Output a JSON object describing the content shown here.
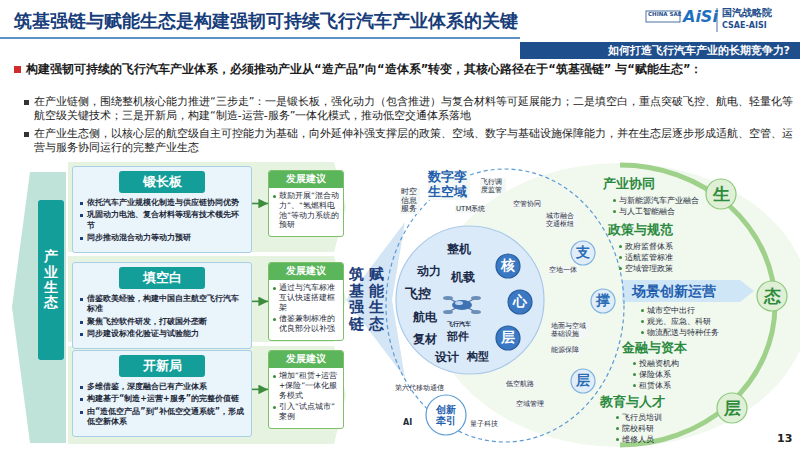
{
  "diagram": {
    "title": "筑基强链与赋能生态是构建强韧可持续飞行汽车产业体系的关键",
    "nodes": [
      {
        "text": [
          "如何打造飞行汽车产业的长期竞争力?"
        ]
      },
      {
        "text": [
          "产业生态"
        ]
      },
      {
        "text": [
          "锻长板",
          "依托汽车产业规模化制造与供应链协同优势",
          "巩固动力电池、复合材料等现有技术领先环节",
          "同步推动混合动力等动力预研"
        ]
      },
      {
        "text": [
          "发展建议",
          "鼓励开展“混合动力”、“氢燃料电池”等动力系统的预研"
        ]
      },
      {
        "text": [
          "填空白",
          "借鉴欧美经验，构建中国自主航空飞行汽车标准",
          "聚焦飞控软件研发，打破国外垄断",
          "同步建设标准化验证与试验能力"
        ]
      },
      {
        "text": [
          "发展建议",
          "通过与汽车标准互认快速搭建框架",
          "借鉴兼制标准的优良部分以补强"
        ]
      },
      {
        "text": [
          "开新局",
          "多维借鉴，深度融合已有产业体系",
          "构建基于“制造+运营+服务”的完整价值链",
          "由“造低空产品”到“补低空交通系统”，形成低空新体系"
        ]
      },
      {
        "text": [
          "发展建议",
          "增加“租赁+运营+保险”一体化服务模式",
          "引入“试点城市”案例"
        ]
      },
      {
        "text": [
          "筑基强链"
        ]
      },
      {
        "text": [
          "赋能生态"
        ]
      },
      {
        "text": [
          "时空信息服务",
          "数字孪生空域",
          "UTM系统",
          "飞行调度监管",
          "空管协同",
          "城市融合交通枢纽",
          "空地一体",
          "地面与空域基础设施",
          "能源保障",
          "低空航路",
          "空域管理"
        ]
      },
      {
        "text": [
          "整机",
          "动力",
          "机载",
          "飞控",
          "飞行汽车",
          "航电",
          "复材",
          "部件",
          "设计",
          "构型"
        ],
        "in": 10
      },
      {
        "text": [
          "核"
        ],
        "in": 11
      },
      {
        "text": [
          "心"
        ],
        "in": 11
      },
      {
        "text": [
          "层"
        ],
        "in": 11
      },
      {
        "text": [
          "支"
        ],
        "in": 10
      },
      {
        "text": [
          "撑"
        ],
        "in": 10
      },
      {
        "text": [
          "层"
        ],
        "in": 10
      },
      {
        "text": [
          "生"
        ]
      },
      {
        "text": [
          "态"
        ]
      },
      {
        "text": [
          "层"
        ]
      },
      {
        "text": [
          "创新牵引"
        ]
      }
    ],
    "edges": [
      {
        "from": 2,
        "to": 3,
        "arrow": "to"
      },
      {
        "from": 4,
        "to": 5,
        "arrow": "to"
      },
      {
        "from": 6,
        "to": 7,
        "arrow": "to"
      }
    ],
    "labels": [
      "CHINA SAE",
      "AiSi",
      "国汽战略院",
      "CSAE-AISI",
      "构建强韧可持续的飞行汽车产业体系，必须推动产业从“造产品”向“造体系”转变，其核心路径在于“筑基强链” 与“赋能生态”：",
      "在产业链侧，围绕整机核心能力推进“三步走”：一是锻长板，强化动力（包含推进）与复合材料等可延展能力；二是填空白，重点突破飞控、航电、轻量化等航空级关键技术；三是开新局，构建“制造-运营-服务”一体化模式，推动低空交通体系落地",
      "在产业生态侧，以核心层的航空级自主可控能力为基础，向外延伸补强支撑层的政策、空域、数字与基础设施保障能力，并在生态层逐步形成适航、空管、运营与服务协同运行的完整产业生态",
      "产业协同",
      "与新能源汽车产业融合",
      "与人工智能融合",
      "政策与规范",
      "政府监督体系",
      "适航监管标准",
      "空域管理政策",
      "场景创新运营",
      "城市空中出行",
      "观光、应急、科研",
      "物流配送与特种任务",
      "金融与资本",
      "投融资机构",
      "保险体系",
      "租赁体系",
      "教育与人才",
      "飞行员培训",
      "院校科研",
      "维修人员",
      "第六代移动通信",
      "AI",
      "量子科技",
      "13"
    ]
  }
}
